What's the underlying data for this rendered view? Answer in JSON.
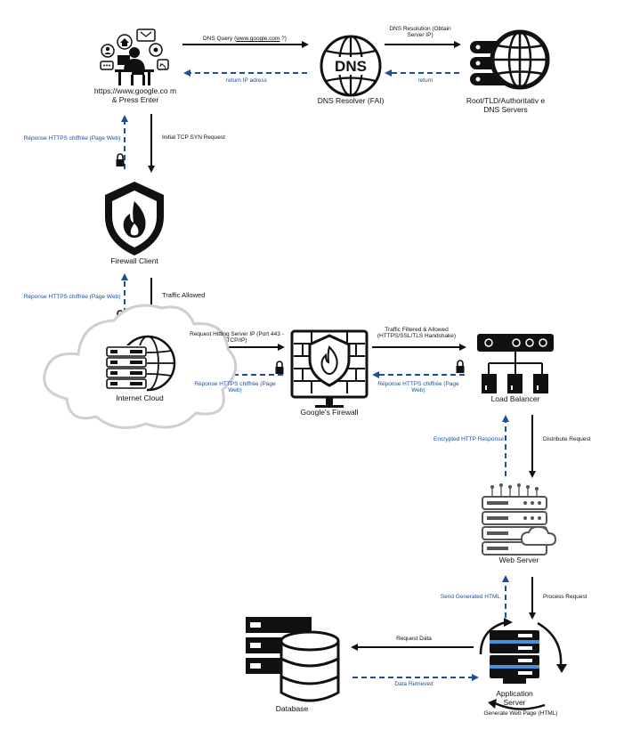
{
  "nodes": {
    "user": "https://www.google.co m & Press Enter",
    "dns_resolver": "DNS Resolver (FAI)",
    "dns_servers": "Root/TLD/Authoritativ e DNS Servers",
    "firewall_client": "Firewall Client",
    "internet_cloud": "Internet Cloud",
    "google_firewall": "Google's Firewall",
    "load_balancer": "Load Balancer",
    "web_server": "Web Server",
    "app_server": "Application Server",
    "database": "Database"
  },
  "dns_logo_text": "DNS",
  "edges": {
    "dns_query_prefix": "DNS Query (",
    "dns_query_link": "www.google.com",
    "dns_query_suffix": " ?)",
    "dns_resolution": "DNS Resolution (Obtain Server IP)",
    "return_ip": "return IP adress",
    "return": "return",
    "initial_syn": "Initial TCP SYN Request",
    "https_reply_1": "Réponse HTTPS chiffrée (Page Web)",
    "traffic_allowed": "Traffic Allowed",
    "https_reply_2": "Réponse HTTPS chiffrée (Page Web)",
    "request_hitting": "Request Hitting Server IP (Port 443 - TCP/IP)",
    "https_reply_3": "Réponse HTTPS chiffrée (Page Web)",
    "traffic_filtered": "Traffic Filtered & Allowed (HTTPS/SSL/TLS Handshake)",
    "https_reply_4": "Réponse HTTPS chiffrée (Page Web)",
    "encrypted_http": "Encrypted HTTP Response",
    "distribute_request": "Distribute Request",
    "send_generated": "Send Generated HTML",
    "process_request": "Process Request",
    "request_data": "Request Data",
    "data_retrieved": "Data Retrieved",
    "generate_web_page": "Generate Web Page (HTML)"
  },
  "colors": {
    "request_arrow": "#111111",
    "response_arrow": "#1a4fa0",
    "response_text": "#1a4fa0",
    "icon": "#111111",
    "server_accent": "#4a90d9"
  }
}
